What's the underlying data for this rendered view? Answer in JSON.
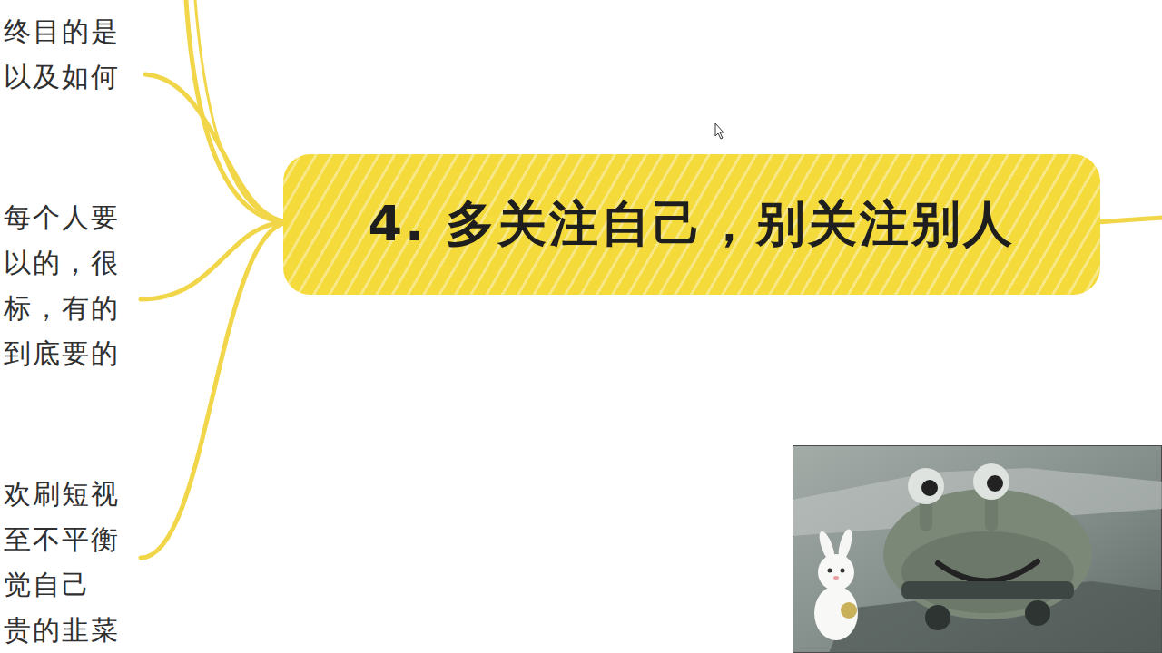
{
  "diagram": {
    "nodes": [
      {
        "text": [
          "4. 多关注自己，别关注别人"
        ]
      }
    ],
    "labels": [
      "终目的是 以及如何",
      "每个人要 以的，很 标，有的 到底要的",
      "欢刷短视 至不平衡 觉自己 贵的韭菜"
    ]
  }
}
